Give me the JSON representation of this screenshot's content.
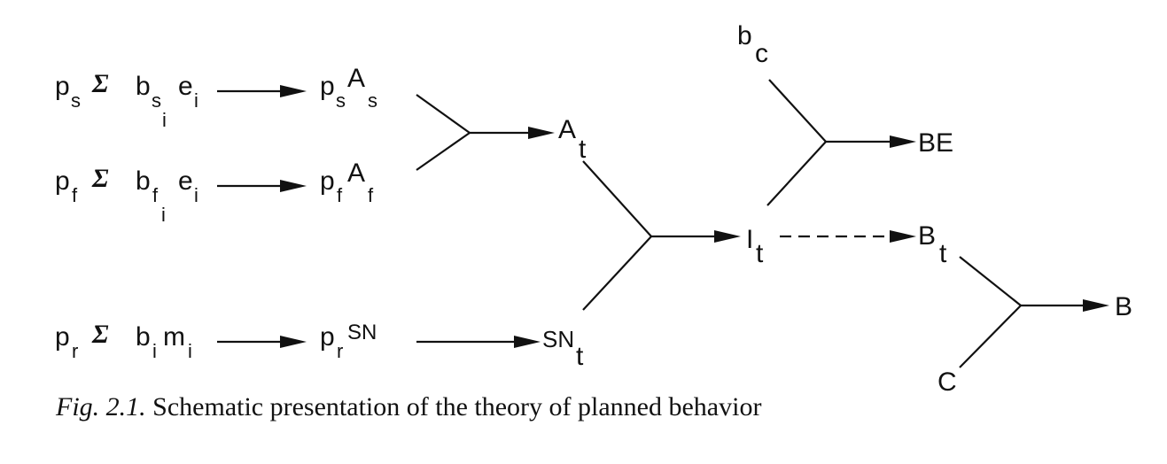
{
  "caption": {
    "figure_label": "Fig. 2.1.",
    "text": "Schematic presentation of the theory of planned behavior"
  },
  "nodes": {
    "row1_left": {
      "p": "p",
      "p_sub": "s",
      "sigma": "Σ",
      "b": "b",
      "b_sub": "s",
      "b_subsub": "i",
      "e": "e",
      "e_sub": "i"
    },
    "row2_left": {
      "p": "p",
      "p_sub": "f",
      "sigma": "Σ",
      "b": "b",
      "b_sub": "f",
      "b_subsub": "i",
      "e": "e",
      "e_sub": "i"
    },
    "row3_left": {
      "p": "p",
      "p_sub": "r",
      "sigma": "Σ",
      "b": "b",
      "b_sub": "i",
      "m": "m",
      "m_sub": "i"
    },
    "psAs": {
      "p": "p",
      "p_sub": "s",
      "main": "A",
      "main_sub": "s"
    },
    "pfAf": {
      "p": "p",
      "p_sub": "f",
      "main": "A",
      "main_sub": "f"
    },
    "prSN": {
      "p": "p",
      "p_sub": "r",
      "main": "SN"
    },
    "At": {
      "main": "A",
      "sub": "t"
    },
    "SNt": {
      "main": "SN",
      "sub": "t"
    },
    "It": {
      "main": "I",
      "sub": "t"
    },
    "bc": {
      "main": "b",
      "sub": "c"
    },
    "BE": {
      "main": "BE"
    },
    "Bt": {
      "main": "B",
      "sub": "t"
    },
    "C": {
      "main": "C"
    },
    "B": {
      "main": "B"
    }
  },
  "edges": [
    {
      "from": "row1_left",
      "to": "psAs",
      "style": "solid"
    },
    {
      "from": "row2_left",
      "to": "pfAf",
      "style": "solid"
    },
    {
      "from": "row3_left",
      "to": "prSN",
      "style": "solid"
    },
    {
      "from": "psAs+pfAf",
      "to": "At",
      "style": "solid"
    },
    {
      "from": "prSN",
      "to": "SNt",
      "style": "solid"
    },
    {
      "from": "At+SNt",
      "to": "It",
      "style": "solid"
    },
    {
      "from": "bc+It",
      "to": "BE",
      "style": "solid"
    },
    {
      "from": "It",
      "to": "Bt",
      "style": "dashed"
    },
    {
      "from": "Bt+C",
      "to": "B",
      "style": "solid"
    }
  ]
}
